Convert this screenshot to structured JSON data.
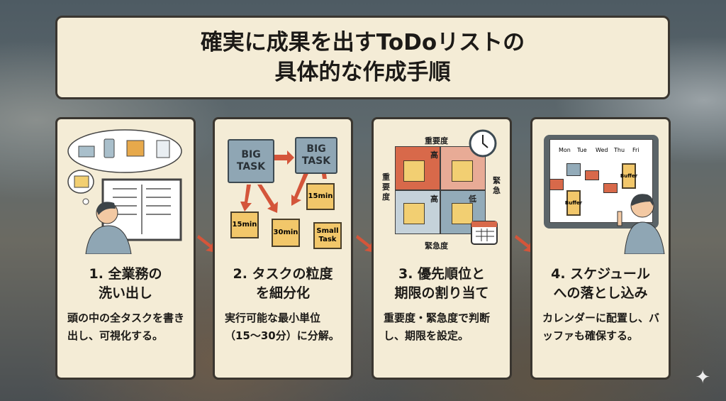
{
  "title": {
    "line1": "確実に成果を出すToDoリストの",
    "line2": "具体的な作成手順"
  },
  "steps": [
    {
      "heading1": "1. 全業務の",
      "heading2": "洗い出し",
      "description": "頭の中の全タスクを書き出し、可視化する。"
    },
    {
      "heading1": "2. タスクの粒度",
      "heading2": "を細分化",
      "description": "実行可能な最小単位（15〜30分）に分解。",
      "illustration": {
        "big1": "BIG TASK",
        "big2": "BIG TASK",
        "p1": "15min",
        "p2": "30min",
        "p3": "15min",
        "p4": "Small Task"
      }
    },
    {
      "heading1": "3. 優先順位と",
      "heading2": "期限の割り当て",
      "description": "重要度・緊急度で判断し、期限を設定。",
      "illustration": {
        "top": "重要度",
        "left": "重要度",
        "right": "緊急",
        "bottom": "緊急度",
        "high1": "高",
        "high2": "高",
        "low": "低"
      }
    },
    {
      "heading1": "4. スケジュール",
      "heading2": "への落とし込み",
      "description": "カレンダーに配置し、バッファも確保する。",
      "illustration": {
        "days": [
          "Mon",
          "Tue",
          "Wed",
          "Thu",
          "Fri"
        ],
        "buffer1": "Buffer",
        "buffer2": "Buffer"
      }
    }
  ],
  "colors": {
    "card": "#f4ecd6",
    "arrow": "#d4553a",
    "border": "#3a3630"
  }
}
